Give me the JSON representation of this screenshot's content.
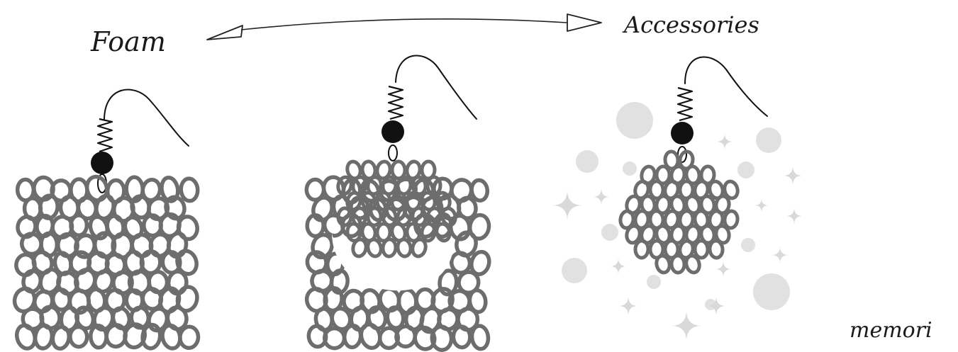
{
  "labels": {
    "left": "Foam",
    "right": "Accessories",
    "signature": "memori"
  },
  "colors": {
    "background": "#ffffff",
    "ink": "#111111",
    "foam": "#6d6d6d",
    "sparkle": "#d9d9d9"
  }
}
